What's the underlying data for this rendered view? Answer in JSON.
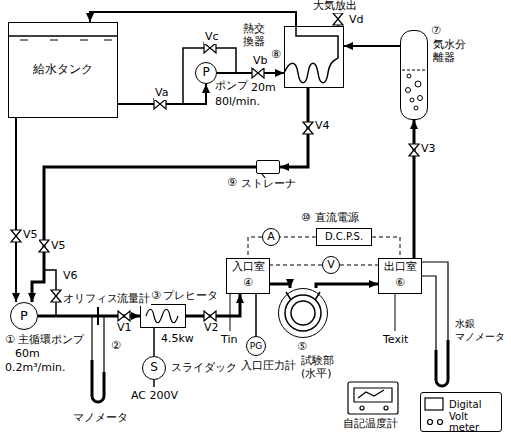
{
  "diagram": {
    "nodes": [
      {
        "text": [
          "給水タンク"
        ]
      },
      {
        "text": [
          "P"
        ]
      },
      {
        "text": [
          "熱交換器",
          "⑧"
        ]
      },
      {
        "text": [
          "⑦",
          "気水分離器"
        ]
      },
      {
        "text": [
          "ストレーナ"
        ]
      },
      {
        "text": [
          "P"
        ]
      },
      {
        "text": [
          "プレヒータ"
        ]
      },
      {
        "text": [
          "入口室",
          "④"
        ]
      },
      {
        "text": [
          "⑤",
          "試験部 (水平)"
        ]
      },
      {
        "text": [
          "出口室",
          "⑥"
        ]
      },
      {
        "text": [
          "D.C.P.S."
        ]
      },
      {
        "text": [
          "A"
        ]
      },
      {
        "text": [
          "V"
        ]
      },
      {
        "text": [
          "S"
        ]
      },
      {
        "text": [
          "PG"
        ]
      },
      {
        "text": [
          "Digital Volt meter"
        ]
      }
    ],
    "edges": [
      {
        "from": 0,
        "to": 1,
        "arrow": "to"
      },
      {
        "from": 1,
        "to": 2,
        "arrow": "to"
      },
      {
        "from": 2,
        "to": 0,
        "arrow": "to"
      },
      {
        "from": 3,
        "to": 2,
        "arrow": "to"
      },
      {
        "from": 2,
        "to": 4,
        "arrow": "to"
      },
      {
        "from": 4,
        "to": 5,
        "arrow": "to"
      },
      {
        "from": 0,
        "to": 5,
        "arrow": "to"
      },
      {
        "from": 5,
        "to": 6,
        "arrow": "to"
      },
      {
        "from": 6,
        "to": 7,
        "arrow": "to"
      },
      {
        "from": 7,
        "to": 8,
        "arrow": "to"
      },
      {
        "from": 8,
        "to": 9,
        "arrow": "to"
      },
      {
        "from": 9,
        "to": 3,
        "arrow": "to"
      },
      {
        "from": 10,
        "to": 11,
        "arrow": "none"
      },
      {
        "from": 11,
        "to": 7,
        "arrow": "none"
      },
      {
        "from": 10,
        "to": 9,
        "arrow": "none"
      },
      {
        "from": 12,
        "to": 7,
        "arrow": "none"
      },
      {
        "from": 12,
        "to": 9,
        "arrow": "none"
      },
      {
        "from": 13,
        "to": 6,
        "arrow": "none"
      },
      {
        "from": 14,
        "to": 7,
        "arrow": "none"
      }
    ],
    "labels": [
      "大気放出",
      "Vd",
      "Vc",
      "Vb",
      "Va",
      "ポンプ",
      "20m",
      "80l/min.",
      "V4",
      "V3",
      "V5",
      "V5",
      "V6",
      "①",
      "主循環ポンプ",
      "60m",
      "0.2m³/min.",
      "オリフィス",
      "流量計",
      "②",
      "マノメータ",
      "V1",
      "③",
      "4.5kw",
      "スライダック",
      "AC 200V",
      "V2",
      "Tin",
      "入口圧力計",
      "Texit",
      "水銀",
      "マノメータ",
      "⑩",
      "直流電源",
      "自記温度計",
      "⑨"
    ]
  }
}
